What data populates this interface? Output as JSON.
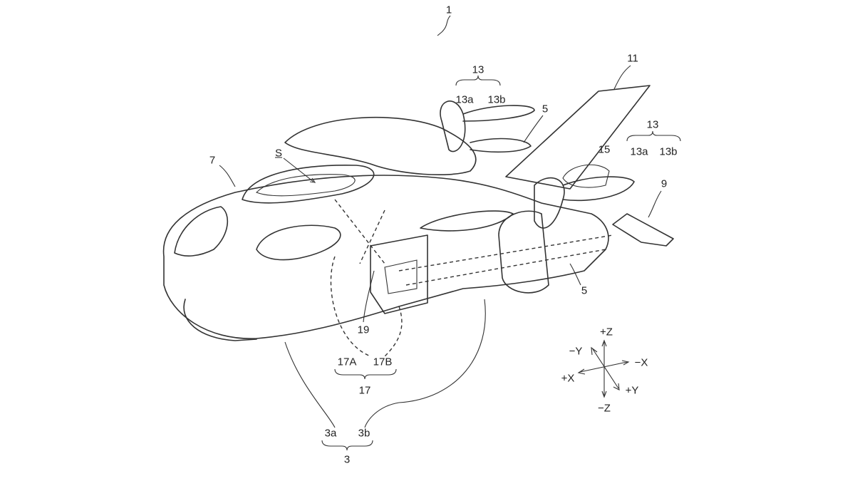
{
  "figure": {
    "reference_numeral": "1",
    "labels": {
      "propeller_group_top": "13",
      "propeller_top_a": "13a",
      "propeller_top_b": "13b",
      "wing": "11",
      "boom_top": "5",
      "propeller_group_right": "13",
      "propeller_right_a": "13a",
      "propeller_right_b": "13b",
      "part_15": "15",
      "body": "7",
      "space": "S",
      "tail": "9",
      "boom_bottom": "5",
      "part_19": "19",
      "part_17A": "17A",
      "part_17B": "17B",
      "part_17": "17",
      "part_3a": "3a",
      "part_3b": "3b",
      "part_3": "3"
    },
    "axes": {
      "plus_z": "+Z",
      "minus_z": "−Z",
      "plus_x": "+X",
      "minus_x": "−X",
      "plus_y": "+Y",
      "minus_y": "−Y"
    }
  }
}
